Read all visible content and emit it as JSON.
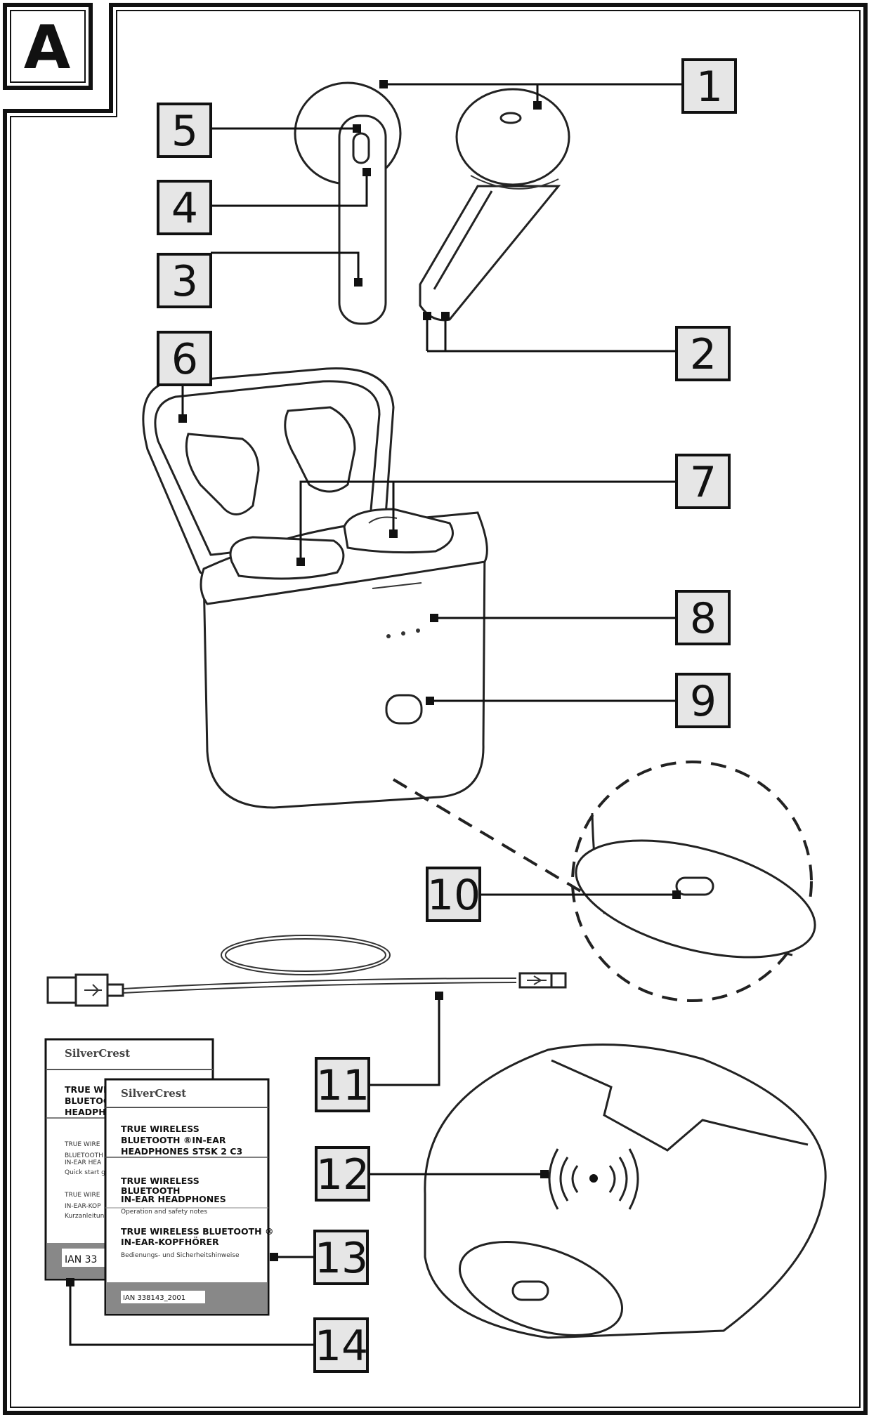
{
  "panel": {
    "letter": "A"
  },
  "callouts": [
    {
      "number": "1"
    },
    {
      "number": "2"
    },
    {
      "number": "3"
    },
    {
      "number": "4"
    },
    {
      "number": "5"
    },
    {
      "number": "6"
    },
    {
      "number": "7"
    },
    {
      "number": "8"
    },
    {
      "number": "9"
    },
    {
      "number": "10"
    },
    {
      "number": "11"
    },
    {
      "number": "12"
    },
    {
      "number": "13"
    },
    {
      "number": "14"
    }
  ],
  "manual_back": {
    "brand": "SilverCrest",
    "title_fragment_1": "TRUE WI",
    "title_fragment_2": "BLUETOO",
    "title_fragment_3": "HEADPH",
    "line_1": "TRUE WIRE",
    "line_2": "BLUETOOTH",
    "line_3": "IN-EAR HEA",
    "line_4": "Quick start gu",
    "line_5": "TRUE WIRE",
    "line_6": "IN-EAR-KOP",
    "line_7": "Kurzanleitung",
    "ian": "IAN 33"
  },
  "manual_front": {
    "brand": "SilverCrest",
    "title_1": "TRUE WIRELESS",
    "title_2": "BLUETOOTH ®IN-EAR",
    "title_3": "HEADPHONES STSK 2 C3",
    "en_title_1": "TRUE WIRELESS",
    "en_title_2": "BLUETOOTH",
    "en_title_3": "IN-EAR HEADPHONES",
    "en_sub": "Operation and safety notes",
    "de_title_1": "TRUE WIRELESS BLUETOOTH ®",
    "de_title_2": "IN-EAR-KOPFHÖRER",
    "de_sub": "Bedienungs- und Sicherheitshinweise",
    "ian": "IAN 338143_2001"
  }
}
